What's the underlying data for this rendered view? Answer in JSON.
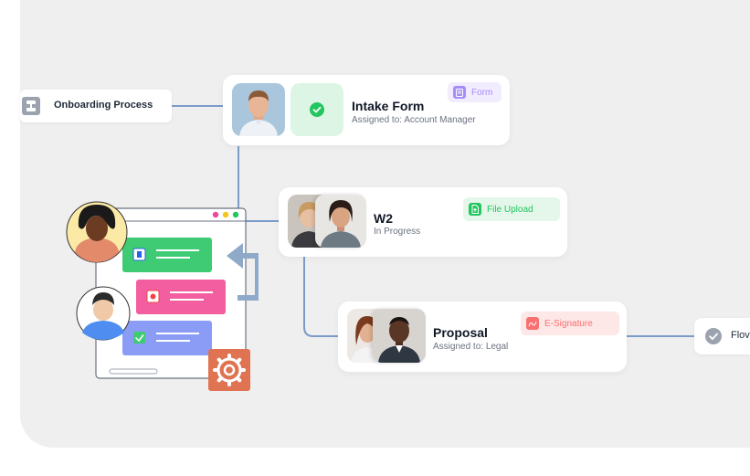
{
  "workflow": {
    "start_node": {
      "label": "Onboarding Process",
      "icon": "workflow-icon"
    },
    "steps": [
      {
        "title": "Intake Form",
        "subtitle": "Assigned to: Account Manager",
        "tag": "Form",
        "tag_icon": "form-icon",
        "tag_color": "#a78bfa",
        "status_icon": "check-circle-icon",
        "status_color": "#22c55e"
      },
      {
        "title": "W2",
        "subtitle": "In Progress",
        "tag": "File Upload",
        "tag_icon": "file-upload-icon",
        "tag_color": "#22c55e"
      },
      {
        "title": "Proposal",
        "subtitle": "Assigned to: Legal",
        "tag": "E-Signature",
        "tag_icon": "signature-icon",
        "tag_color": "#f87171"
      }
    ],
    "end_node": {
      "label": "Flov",
      "icon": "check-circle-icon"
    }
  },
  "colors": {
    "connector": "#7b9cc9",
    "green_list": "#3ecb74",
    "pink_list": "#f25ea0",
    "blue_list": "#8a9cf5",
    "gear_tile": "#e07452",
    "arrow": "#8fa9c9"
  }
}
